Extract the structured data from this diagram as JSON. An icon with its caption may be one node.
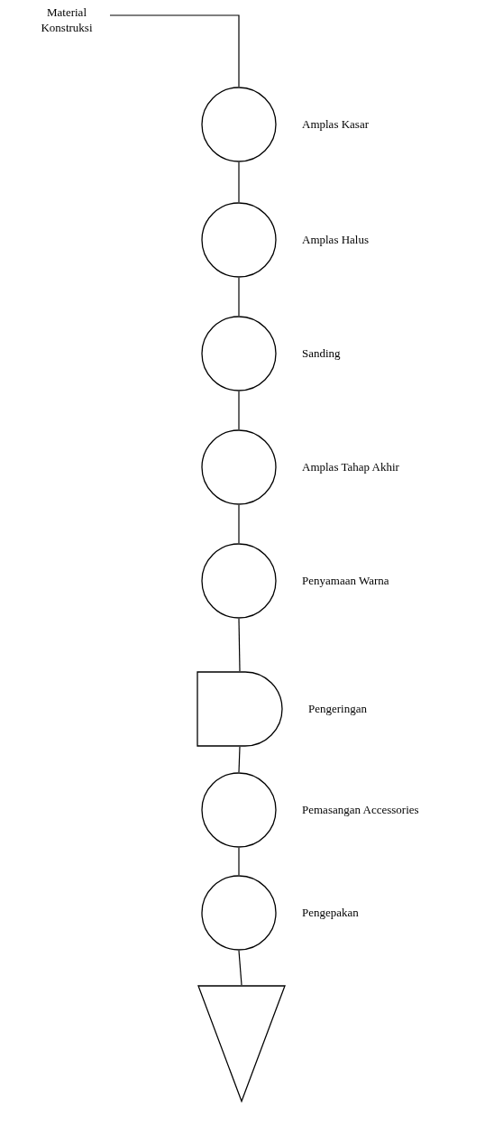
{
  "diagram": {
    "nodes": [
      {
        "text": [
          "Material Konstruksi"
        ]
      },
      {
        "text": [],
        "shape": "circle",
        "beside": [
          "Amplas Kasar"
        ]
      },
      {
        "text": [],
        "shape": "circle",
        "beside": [
          "Amplas Halus"
        ]
      },
      {
        "text": [],
        "shape": "circle",
        "beside": [
          "Sanding"
        ]
      },
      {
        "text": [],
        "shape": "circle",
        "beside": [
          "Amplas Tahap Akhir"
        ]
      },
      {
        "text": [],
        "shape": "circle",
        "beside": [
          "Penyamaan Warna"
        ]
      },
      {
        "text": [],
        "shape": "delay",
        "beside": [
          "Pengeringan"
        ]
      },
      {
        "text": [],
        "shape": "circle",
        "beside": [
          "Pemasangan Accessories"
        ]
      },
      {
        "text": [],
        "shape": "circle",
        "beside": [
          "Pengepakan"
        ]
      },
      {
        "text": [],
        "shape": "triangle"
      }
    ],
    "edges": [
      {
        "from": 0,
        "to": 1,
        "arrow": "none"
      },
      {
        "from": 1,
        "to": 2,
        "arrow": "none"
      },
      {
        "from": 2,
        "to": 3,
        "arrow": "none"
      },
      {
        "from": 3,
        "to": 4,
        "arrow": "none"
      },
      {
        "from": 4,
        "to": 5,
        "arrow": "none"
      },
      {
        "from": 5,
        "to": 6,
        "arrow": "none"
      },
      {
        "from": 6,
        "to": 7,
        "arrow": "none"
      },
      {
        "from": 7,
        "to": 8,
        "arrow": "none"
      },
      {
        "from": 8,
        "to": 9,
        "arrow": "none"
      }
    ]
  }
}
